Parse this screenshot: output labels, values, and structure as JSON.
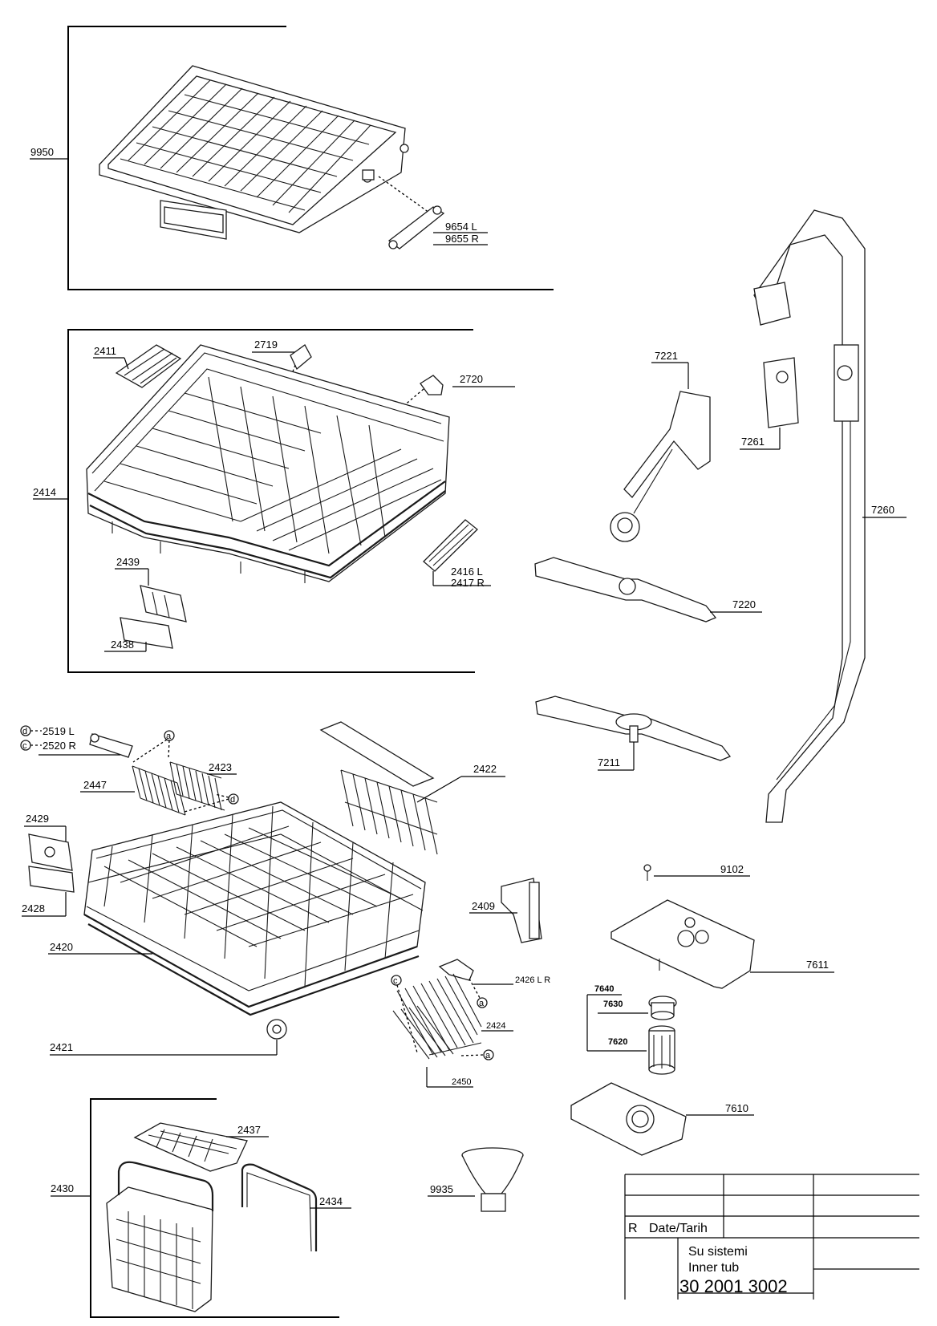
{
  "parts": {
    "p9950": "9950",
    "p9654": "9654 L",
    "p9655": "9655 R",
    "p2411": "2411",
    "p2719": "2719",
    "p2720": "2720",
    "p2414": "2414",
    "p2416": "2416 L",
    "p2417": "2417 R",
    "p2439": "2439",
    "p2438": "2438",
    "p7221": "7221",
    "p7261": "7261",
    "p7260": "7260",
    "p7220": "7220",
    "p7211": "7211",
    "p2519": "2519 L",
    "p2520": "2520 R",
    "p2423": "2423",
    "p2447": "2447",
    "p2422": "2422",
    "p2429": "2429",
    "p2428": "2428",
    "p2420": "2420",
    "p2409": "2409",
    "p2426": "2426 L R",
    "p2424": "2424",
    "p2421": "2421",
    "p2450": "2450",
    "p9102": "9102",
    "p7611": "7611",
    "p7640": "7640",
    "p7630": "7630",
    "p7620": "7620",
    "p7610": "7610",
    "p2430": "2430",
    "p2437": "2437",
    "p2434": "2434",
    "p9935": "9935"
  },
  "callouts": {
    "a": "a",
    "c": "c",
    "d": "d"
  },
  "title_block": {
    "rev": "R",
    "date_label": "Date/Tarih",
    "title_tr": "Su sistemi",
    "title_en": "Inner tub",
    "doc_number": "30 2001 3002"
  }
}
